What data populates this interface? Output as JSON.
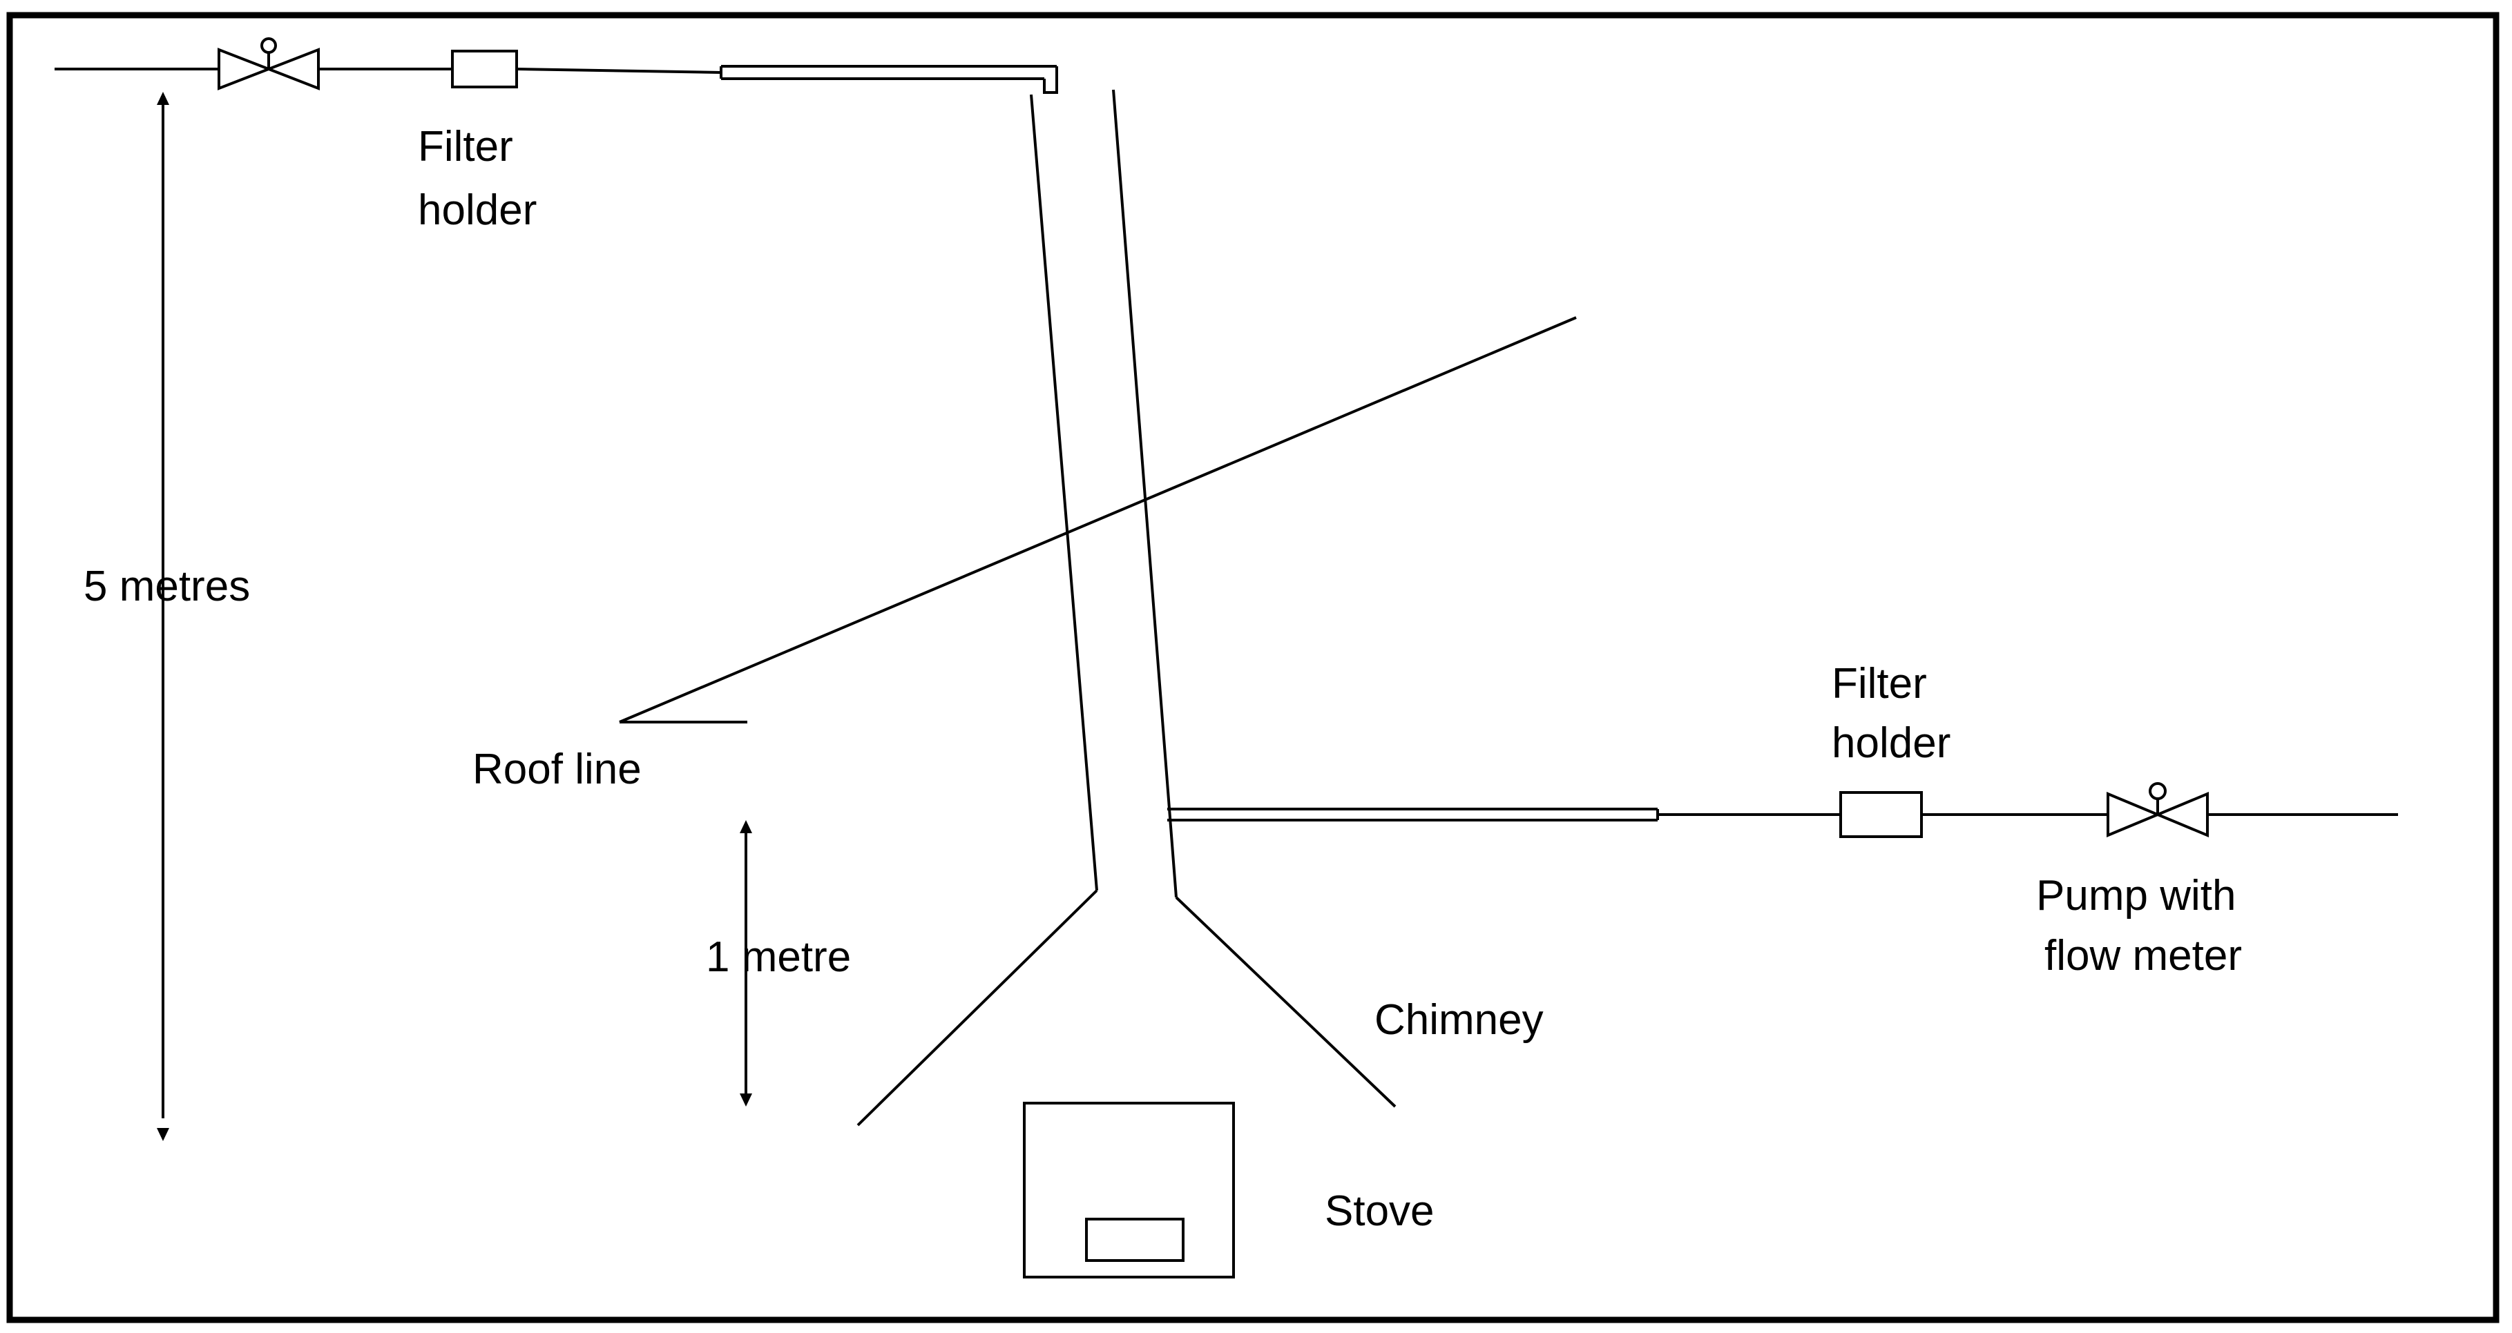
{
  "labels": {
    "filter_holder_top_line1": "Filter",
    "filter_holder_top_line2": "holder",
    "five_metres": "5 metres",
    "roof_line": "Roof line",
    "one_metre": "1 metre",
    "filter_holder_right_line1": "Filter",
    "filter_holder_right_line2": "holder",
    "pump_line1": "Pump with",
    "pump_line2": "flow meter",
    "chimney": "Chimney",
    "stove": "Stove"
  },
  "components": {
    "top_sampling_line": [
      "valve",
      "filter-holder",
      "probe"
    ],
    "side_sampling_line": [
      "probe",
      "filter-holder",
      "pump-valve"
    ]
  }
}
